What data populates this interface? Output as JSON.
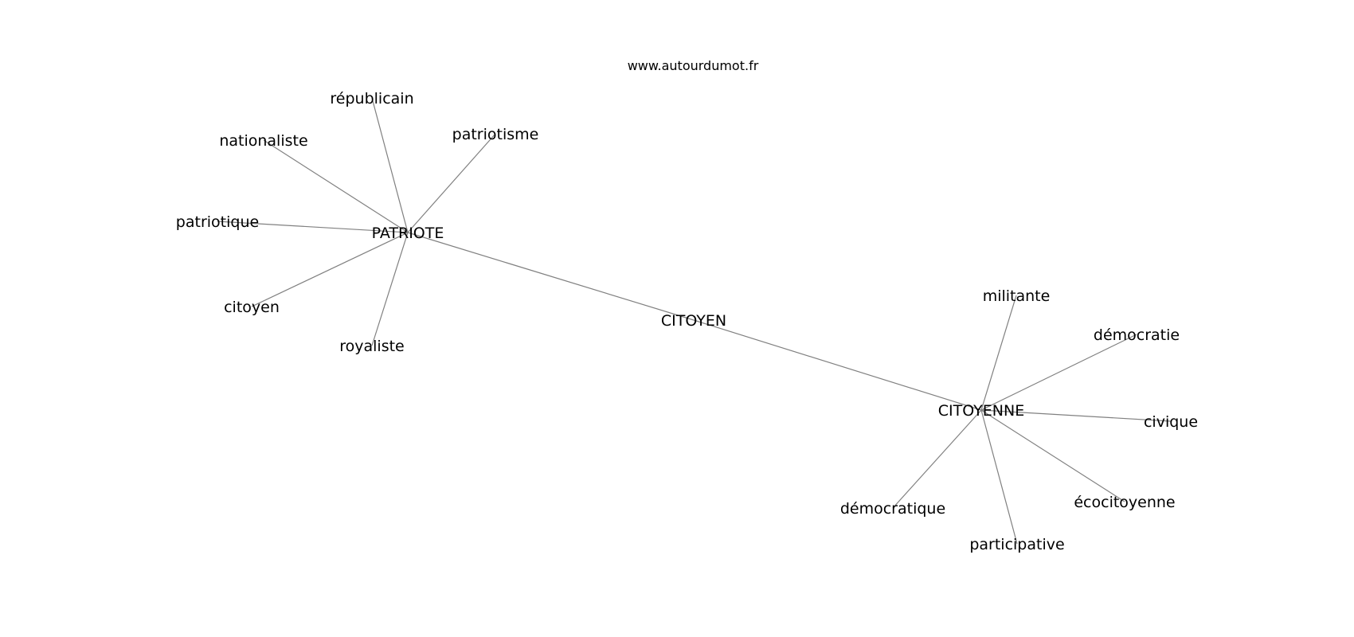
{
  "watermark": "www.autourdumot.fr",
  "colors": {
    "edge": "#808080",
    "text": "#000000",
    "background": "#ffffff"
  },
  "nodes": [
    {
      "id": "CITOYEN",
      "label": "CITOYEN"
    },
    {
      "id": "PATRIOTE",
      "label": "PATRIOTE"
    },
    {
      "id": "CITOYENNE",
      "label": "CITOYENNE"
    },
    {
      "id": "republicain",
      "label": "républicain"
    },
    {
      "id": "nationaliste",
      "label": "nationaliste"
    },
    {
      "id": "patriotisme",
      "label": "patriotisme"
    },
    {
      "id": "patriotique",
      "label": "patriotique"
    },
    {
      "id": "citoyen",
      "label": "citoyen"
    },
    {
      "id": "royaliste",
      "label": "royaliste"
    },
    {
      "id": "militante",
      "label": "militante"
    },
    {
      "id": "democratie",
      "label": "démocratie"
    },
    {
      "id": "civique",
      "label": "civique"
    },
    {
      "id": "democratique",
      "label": "démocratique"
    },
    {
      "id": "ecocitoyenne",
      "label": "écocitoyenne"
    },
    {
      "id": "participative",
      "label": "participative"
    }
  ],
  "edges": [
    [
      "CITOYEN",
      "PATRIOTE"
    ],
    [
      "CITOYEN",
      "CITOYENNE"
    ],
    [
      "PATRIOTE",
      "republicain"
    ],
    [
      "PATRIOTE",
      "nationaliste"
    ],
    [
      "PATRIOTE",
      "patriotisme"
    ],
    [
      "PATRIOTE",
      "patriotique"
    ],
    [
      "PATRIOTE",
      "citoyen"
    ],
    [
      "PATRIOTE",
      "royaliste"
    ],
    [
      "CITOYENNE",
      "militante"
    ],
    [
      "CITOYENNE",
      "democratie"
    ],
    [
      "CITOYENNE",
      "civique"
    ],
    [
      "CITOYENNE",
      "democratique"
    ],
    [
      "CITOYENNE",
      "ecocitoyenne"
    ],
    [
      "CITOYENNE",
      "participative"
    ]
  ]
}
